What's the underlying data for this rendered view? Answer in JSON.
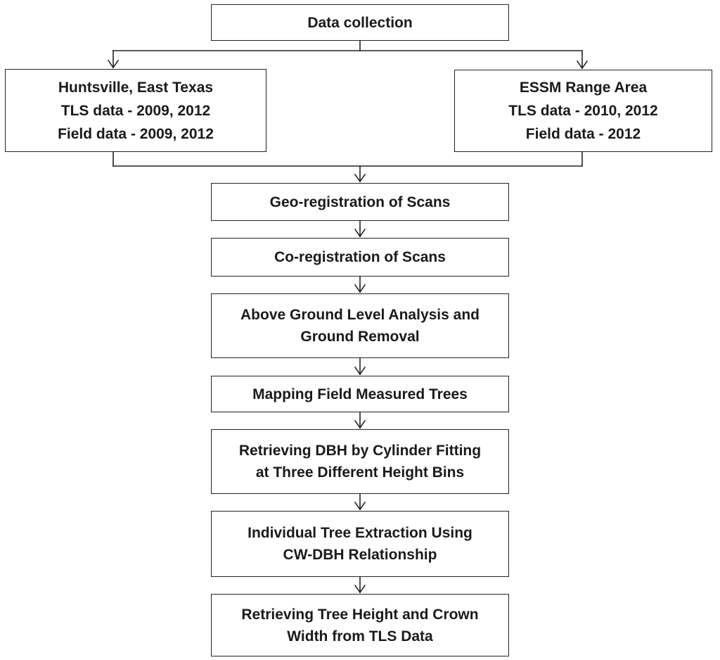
{
  "flowchart": {
    "data_collection": "Data collection",
    "huntsville": {
      "line1": "Huntsville, East Texas",
      "line2": "TLS data - 2009, 2012",
      "line3": "Field data - 2009, 2012"
    },
    "essm": {
      "line1": "ESSM Range Area",
      "line2": "TLS data - 2010, 2012",
      "line3": "Field data - 2012"
    },
    "geo_registration": "Geo-registration of Scans",
    "co_registration": "Co-registration of Scans",
    "agl_analysis": {
      "line1": "Above Ground Level Analysis and",
      "line2": "Ground Removal"
    },
    "mapping": "Mapping Field Measured Trees",
    "dbh_retrieval": {
      "line1": "Retrieving DBH by Cylinder Fitting",
      "line2": "at Three Different Height Bins"
    },
    "tree_extraction": {
      "line1": "Individual Tree Extraction Using",
      "line2": "CW-DBH Relationship"
    },
    "height_crown": {
      "line1": "Retrieving Tree Height and Crown",
      "line2": "Width from TLS Data"
    }
  },
  "colors": {
    "line": "#222222",
    "box_border": "#222222",
    "text": "#1a1a1a",
    "background": "#ffffff"
  }
}
